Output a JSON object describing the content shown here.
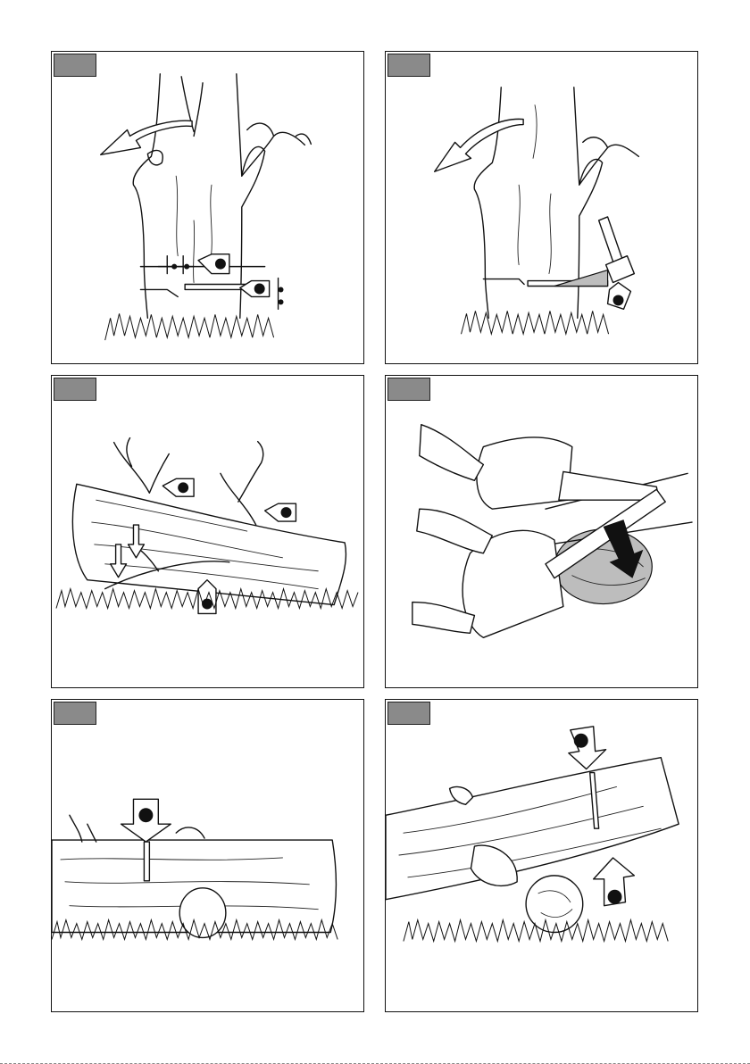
{
  "page": {
    "colors": {
      "tab": "#8a8a8a",
      "ink": "#111111",
      "wedge": "#bdbdbd",
      "paper": "#ffffff"
    }
  },
  "panels": [
    {
      "id": "felling-notch",
      "icons": [
        "tree-icon",
        "fall-direction-arrow-icon",
        "callout-marker-icon",
        "grass-icon"
      ]
    },
    {
      "id": "felling-wedge",
      "icons": [
        "tree-icon",
        "fall-direction-arrow-icon",
        "hammer-icon",
        "wedge-icon",
        "callout-marker-icon"
      ]
    },
    {
      "id": "limbing-log",
      "icons": [
        "log-icon",
        "branch-icon",
        "callout-marker-icon",
        "roll-arrow-icon"
      ]
    },
    {
      "id": "chainsaw-cutting",
      "icons": [
        "chainsaw-icon",
        "glove-hand-icon",
        "log-cross-section-icon",
        "cut-direction-arrow-icon"
      ]
    },
    {
      "id": "bucking-on-ground",
      "icons": [
        "log-icon",
        "cut-arrow-icon",
        "callout-marker-icon"
      ]
    },
    {
      "id": "bucking-supported",
      "icons": [
        "log-icon",
        "top-cut-arrow-icon",
        "bottom-cut-arrow-icon",
        "callout-marker-icon"
      ]
    }
  ]
}
